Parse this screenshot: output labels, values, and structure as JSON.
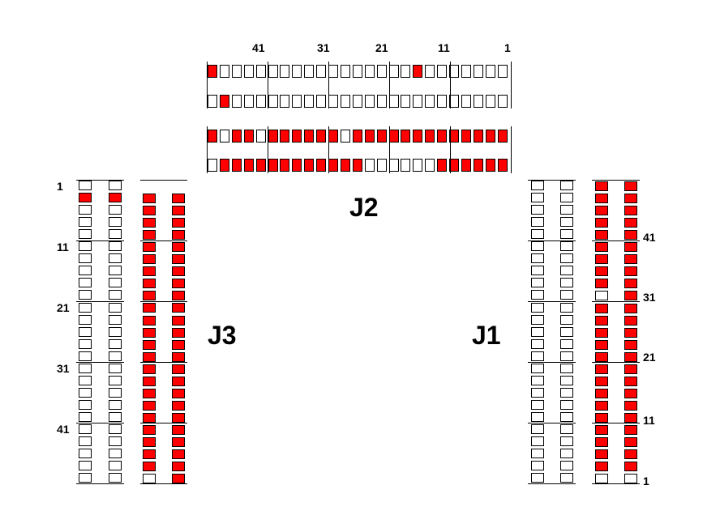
{
  "connectors": {
    "J2": {
      "label": "J2",
      "ticks": [
        "41",
        "31",
        "21",
        "11",
        "1"
      ],
      "rows": [
        "1000000000000000010000000000000000000000000",
        "0100000000000000000000000000000000000000000"
      ],
      "rows2": [
        "1011011111101111111111111111",
        "0111111111111000000111111111101"
      ]
    },
    "J3": {
      "label": "J3",
      "ticks": [
        "1",
        "11",
        "21",
        "31",
        "41"
      ],
      "outer_a": "0100000000000000000000000000000000000000000000000",
      "outer_b": "0100000000000000000000000000000000000000000000000",
      "inner_a": "111111111111111111111110111111111111111111111111",
      "inner_b": "111111111111111111111111111111111111111111111111"
    },
    "J1": {
      "label": "J1",
      "ticks": [
        "41",
        "31",
        "21",
        "11",
        "1"
      ],
      "outer_a": "0000000000000000000000000000000000000000000000000",
      "outer_b": "0000000000000000000000000000000000000000000000000",
      "inner_a": "1111111110111111111111110000",
      "inner_b": "1111111111111111111111110000"
    }
  }
}
